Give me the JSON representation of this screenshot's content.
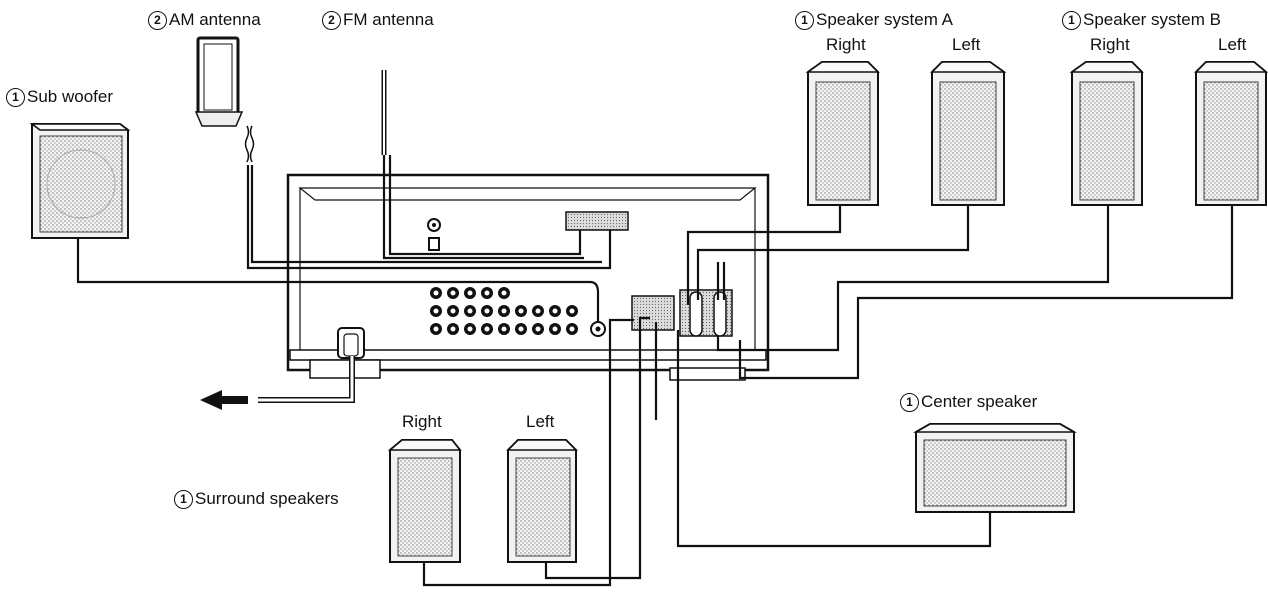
{
  "labels": {
    "am_antenna": "AM antenna",
    "fm_antenna": "FM antenna",
    "sub_woofer": "Sub woofer",
    "speaker_system_a": "Speaker system A",
    "speaker_system_b": "Speaker system B",
    "a_right": "Right",
    "a_left": "Left",
    "b_right": "Right",
    "b_left": "Left",
    "center_speaker": "Center speaker",
    "surround_right": "Right",
    "surround_left": "Left",
    "surround_speakers": "Surround speakers"
  },
  "markers": {
    "am_antenna": "2",
    "fm_antenna": "2",
    "sub_woofer": "1",
    "speaker_system_a": "1",
    "speaker_system_b": "1",
    "center_speaker": "1",
    "surround_speakers": "1"
  }
}
